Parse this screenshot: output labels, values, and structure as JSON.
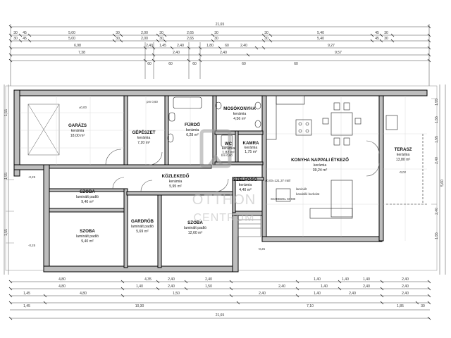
{
  "dimensions": {
    "top_total": "21,65",
    "top_row1": [
      "30",
      "45",
      "5,00",
      "30",
      "2,00",
      "30",
      "2,65",
      "30",
      "30",
      "5,40",
      "45",
      "30"
    ],
    "top_row2": [
      "30",
      "45",
      "5,00",
      "30",
      "2,00",
      "30",
      "2,65",
      "30",
      "30",
      "5,40",
      "45",
      "30"
    ],
    "top_row3": [
      "6,98",
      "2,40",
      "1,45",
      "2,40",
      "1,80",
      "60",
      "2,40",
      "9,27"
    ],
    "top_row4": [
      "7,38",
      "2,40",
      "2,40",
      "9,57"
    ],
    "top_row5": [
      "60",
      "60",
      "60",
      "60",
      "60"
    ],
    "bottom_row1": [
      "4,80",
      "4,35",
      "2,40",
      "2,40",
      "1,40",
      "1,40",
      "1,40",
      "2,40"
    ],
    "bottom_row2": [
      "4,80",
      "1,40",
      "2,40",
      "1,50",
      "2,40",
      "1,40",
      "2,40",
      "2,40"
    ],
    "bottom_row3": [
      "1,45",
      "4,80",
      "1,50",
      "2,40",
      "1,40",
      "2,40",
      "2,40"
    ],
    "bottom_row4": [
      "1,45",
      "10,30",
      "7,10",
      "1,85",
      "30"
    ],
    "bottom_total": "21,65",
    "right_side": [
      "1,55",
      "1,55",
      "1,55",
      "2,40",
      "5,60",
      "2,40",
      "1,55"
    ],
    "left_side": [
      "1,55",
      "1,55",
      "1,55"
    ]
  },
  "rooms": [
    {
      "name": "GARÁZS",
      "material": "kerámia",
      "area": "18,00 m²"
    },
    {
      "name": "GÉPÉSZET",
      "material": "kerámia",
      "area": "7,20 m²"
    },
    {
      "name": "FÜRDŐ",
      "material": "kerámia",
      "area": "6,28 m²"
    },
    {
      "name": "MOSÓKONYHA",
      "material": "kerámia",
      "area": "4,56 m²"
    },
    {
      "name": "WC",
      "material": "kerámia",
      "area": "1,82 m²"
    },
    {
      "name": "KAMRA",
      "material": "kerámia",
      "area": "1,75 m²"
    },
    {
      "name": "KONYHA NAPPALI ÉTKEZŐ",
      "material": "kerámia",
      "area": "39,24 m²"
    },
    {
      "name": "TERASZ",
      "material": "kerámia",
      "area": "13,80 m²"
    },
    {
      "name": "KÖZLEKEDŐ",
      "material": "kerámia",
      "area": "5,95 m²"
    },
    {
      "name": "SZÉLFOGÓ",
      "material": "kerámia",
      "area": "4,40 m²"
    },
    {
      "name": "SZOBA",
      "material": "laminált padló",
      "area": "9,40 m²"
    },
    {
      "name": "SZOBA",
      "material": "laminált padló",
      "area": "9,40 m²"
    },
    {
      "name": "GARDRÓB",
      "material": "laminált padló",
      "area": "5,69 m²"
    },
    {
      "name": "SZOBA",
      "material": "laminált padló",
      "area": "12,60 m²"
    }
  ],
  "levels": {
    "garage": "±0,00",
    "main": "±0,00=121,37 mBf",
    "terrace": "-0,02",
    "entrance": "-0,25",
    "left_outside": "-0,25",
    "bottom_outside": "-0,25"
  },
  "notes": {
    "wc_note": "bm 0,60",
    "gepeszet_note": "pm 0,60",
    "konyha_note1": "laminált",
    "konyha_note2": "kandalló burkolat",
    "konyha_note3": "SCHIEDEL SIH80"
  },
  "watermark": {
    "line1": "OTTHON",
    "line2": "CENTRUM"
  }
}
